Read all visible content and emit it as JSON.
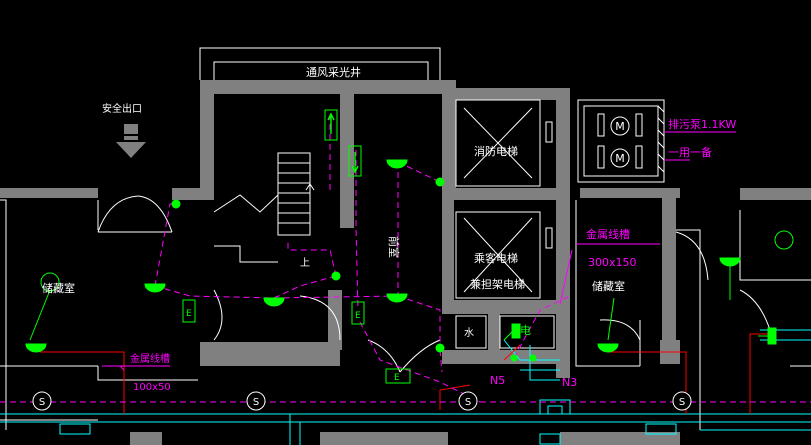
{
  "drawing": {
    "labels": {
      "vent_shaft": "通风采光井",
      "safety_exit": "安全出口",
      "fire_elevator": "消防电梯",
      "passenger_elevator_1": "乘客电梯",
      "passenger_elevator_2": "兼担架电梯",
      "front_room": "前室",
      "storage_left": "储藏室",
      "storage_right": "储藏室",
      "fan_power": "排污泵1.1KW",
      "fan_spec": "一用一备",
      "fan_motor": "M",
      "trunking_right": "金属线槽",
      "trunking_right_size": "300x150",
      "trunking_left": "金属线槽",
      "trunking_left_size": "100x50",
      "water_room": "水",
      "elec_room": "电",
      "stair_up": "上",
      "tag_n5": "N5",
      "tag_n3": "N3",
      "exit_sign": "E",
      "smoke_detector": "S"
    },
    "colors": {
      "background": "#000000",
      "wall": "#808080",
      "linework": "#ffffff",
      "equipment": "#00ff00",
      "circuit": "#ff00ff",
      "annotation": "#ff00ff",
      "duct": "#00ffff",
      "feeder": "#ff0000",
      "room_text": "#ffffff"
    },
    "symbols": {
      "light_fixture": "half-dome-lamp",
      "exit_light": "exit-box-E",
      "smoke_detector": "circle-S",
      "evacuation_arrow": "arrow-down",
      "fan_motor": "motor-circle-M"
    }
  }
}
